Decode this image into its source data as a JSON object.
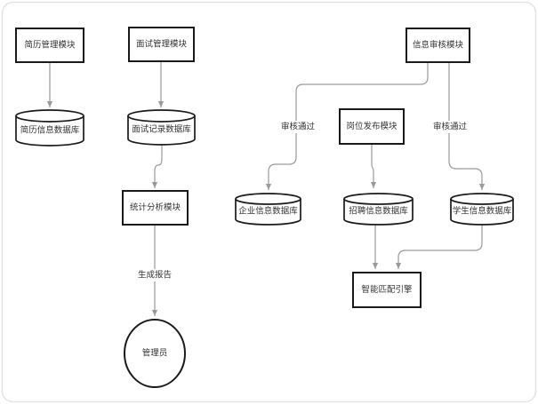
{
  "diagram": {
    "title": "recruitment-system-flowchart",
    "nodes": {
      "resume_module": {
        "label": "简历管理模块",
        "type": "process"
      },
      "resume_db": {
        "label": "简历信息数据库",
        "type": "database"
      },
      "interview_module": {
        "label": "面试管理模块",
        "type": "process"
      },
      "interview_db": {
        "label": "面试记录数据库",
        "type": "database"
      },
      "stats_module": {
        "label": "统计分析模块",
        "type": "process"
      },
      "admin": {
        "label": "管理员",
        "type": "actor"
      },
      "review_module": {
        "label": "信息审核模块",
        "type": "process"
      },
      "job_module": {
        "label": "岗位发布模块",
        "type": "process"
      },
      "enterprise_db": {
        "label": "企业信息数据库",
        "type": "database"
      },
      "recruit_db": {
        "label": "招聘信息数据库",
        "type": "database"
      },
      "student_db": {
        "label": "学生信息数据库",
        "type": "database"
      },
      "match_engine": {
        "label": "智能匹配引擎",
        "type": "process"
      }
    },
    "edges": [
      {
        "from": "resume_module",
        "to": "resume_db",
        "label": ""
      },
      {
        "from": "interview_module",
        "to": "interview_db",
        "label": ""
      },
      {
        "from": "interview_db",
        "to": "stats_module",
        "label": ""
      },
      {
        "from": "stats_module",
        "to": "admin",
        "label": "生成报告"
      },
      {
        "from": "review_module",
        "to": "enterprise_db",
        "label": "审核通过"
      },
      {
        "from": "review_module",
        "to": "student_db",
        "label": "审核通过"
      },
      {
        "from": "job_module",
        "to": "recruit_db",
        "label": ""
      },
      {
        "from": "recruit_db",
        "to": "match_engine",
        "label": ""
      },
      {
        "from": "student_db",
        "to": "match_engine",
        "label": ""
      }
    ],
    "colors": {
      "node_border": "#1a1a1a",
      "edge": "#9a9a9a",
      "text": "#333333",
      "frame_border": "#e1e3e6",
      "background": "#ffffff"
    }
  }
}
